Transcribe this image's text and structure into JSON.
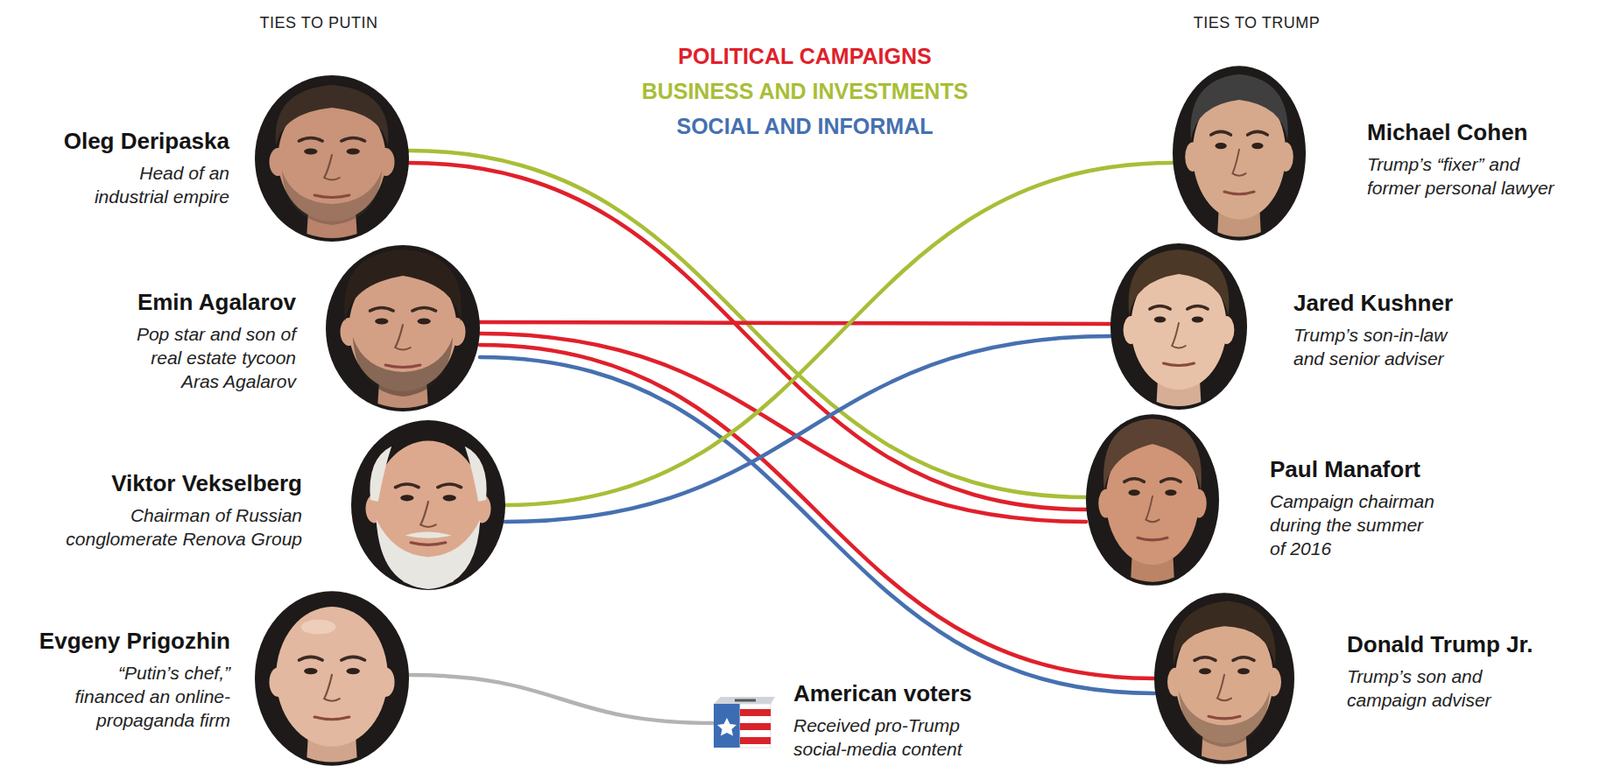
{
  "diagram": {
    "nodes": [
      {
        "text": [
          "Oleg Deripaska",
          "Head of an industrial empire"
        ]
      },
      {
        "text": [
          "Emin Agalarov",
          "Pop star and son of real estate tycoon Aras Agalarov"
        ]
      },
      {
        "text": [
          "Viktor Vekselberg",
          "Chairman of Russian conglomerate Renova Group"
        ]
      },
      {
        "text": [
          "Evgeny Prigozhin",
          "“Putin’s chef,” financed an online-propaganda firm"
        ]
      },
      {
        "text": [
          "Michael Cohen",
          "Trump’s “fixer” and former personal lawyer"
        ]
      },
      {
        "text": [
          "Jared Kushner",
          "Trump’s son-in-law and senior adviser"
        ]
      },
      {
        "text": [
          "Paul Manafort",
          "Campaign chairman during the summer of 2016"
        ]
      },
      {
        "text": [
          "Donald Trump Jr.",
          "Trump’s son and campaign adviser"
        ]
      },
      {
        "text": [
          "American voters",
          "Received pro-Trump social-media content"
        ]
      }
    ],
    "edges": [
      {
        "from": 0,
        "to": 6,
        "arrow": "none"
      },
      {
        "from": 0,
        "to": 6,
        "arrow": "none"
      },
      {
        "from": 1,
        "to": 5,
        "arrow": "none"
      },
      {
        "from": 1,
        "to": 6,
        "arrow": "none"
      },
      {
        "from": 1,
        "to": 7,
        "arrow": "none"
      },
      {
        "from": 1,
        "to": 7,
        "arrow": "none"
      },
      {
        "from": 2,
        "to": 4,
        "arrow": "none"
      },
      {
        "from": 2,
        "to": 5,
        "arrow": "none"
      },
      {
        "from": 3,
        "to": 8,
        "arrow": "none"
      }
    ],
    "labels": [
      "TIES TO PUTIN",
      "TIES TO TRUMP"
    ],
    "legend": [
      {
        "text": "POLITICAL CAMPAIGNS",
        "color": "#e0202b"
      },
      {
        "text": "BUSINESS AND INVESTMENTS",
        "color": "#a8be37"
      },
      {
        "text": "SOCIAL AND INFORMAL",
        "color": "#4670b0"
      }
    ]
  }
}
